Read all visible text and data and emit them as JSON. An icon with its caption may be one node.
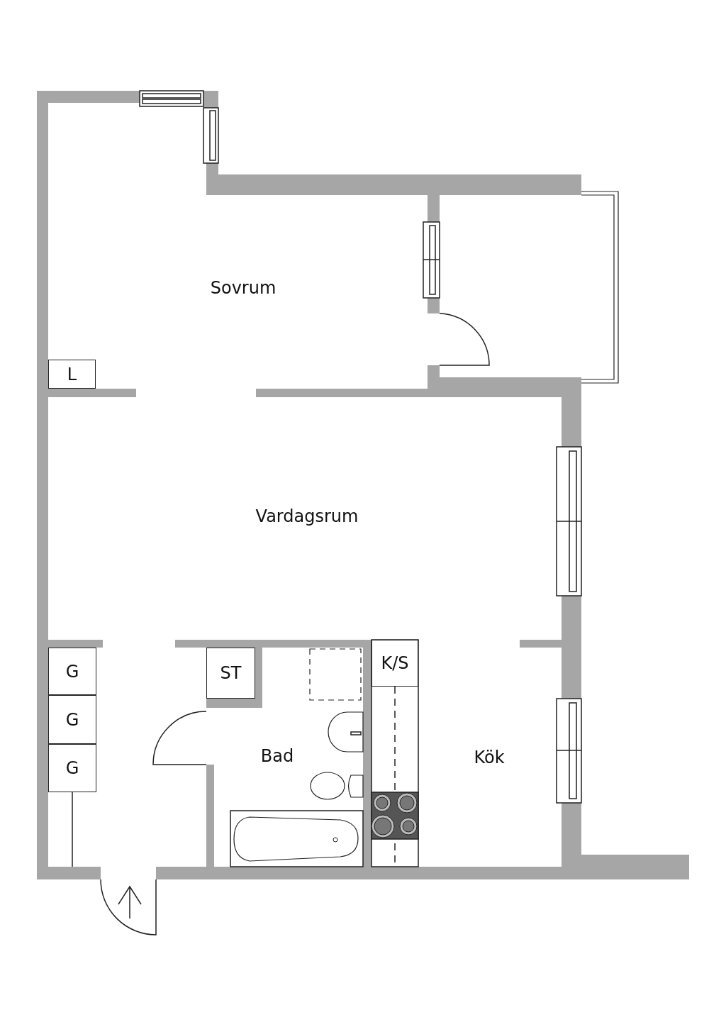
{
  "diagram": {
    "nodes": [
      {
        "text": [
          "L"
        ]
      },
      {
        "text": [
          "G"
        ]
      },
      {
        "text": [
          "G"
        ]
      },
      {
        "text": [
          "G"
        ]
      },
      {
        "text": [
          "ST"
        ]
      },
      {
        "text": [
          "K/S"
        ]
      }
    ],
    "labels": [
      "Sovrum",
      "Vardagsrum",
      "Bad",
      "Kök"
    ]
  }
}
